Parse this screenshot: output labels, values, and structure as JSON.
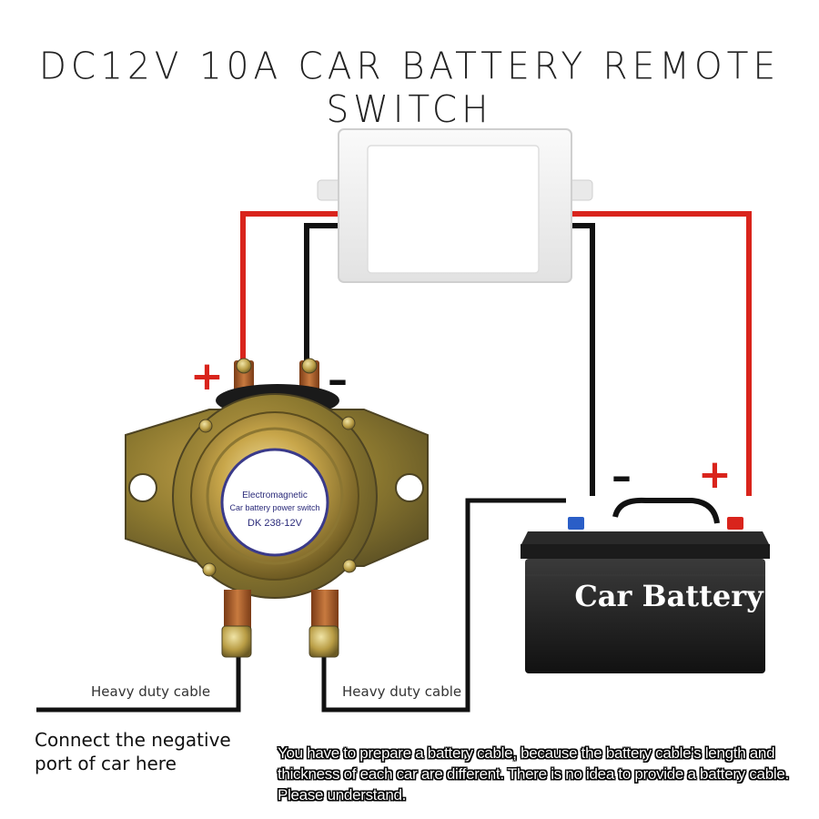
{
  "title": "DC12V 10A CAR BATTERY REMOTE SWITCH",
  "solenoid": {
    "label_line1": "Electromagnetic",
    "label_line2": "Car battery power switch",
    "model": "DK 238-12V"
  },
  "signs": {
    "solenoid_plus": "+",
    "solenoid_minus": "–",
    "battery_minus": "–",
    "battery_plus": "+"
  },
  "cables": {
    "left_label": "Heavy duty cable",
    "right_label": "Heavy duty cable"
  },
  "instruction": "Connect the negative port of car here",
  "battery_label": "Car Battery",
  "note": "You have to prepare a battery cable, because the battery cable's length and thickness of each car are different. There is no idea to provide a battery cable. Please understand.",
  "colors": {
    "positive_wire": "#d9241c",
    "negative_wire": "#111111",
    "battery_body": "#1c1c1c",
    "module_body": "#f1f1f1"
  }
}
